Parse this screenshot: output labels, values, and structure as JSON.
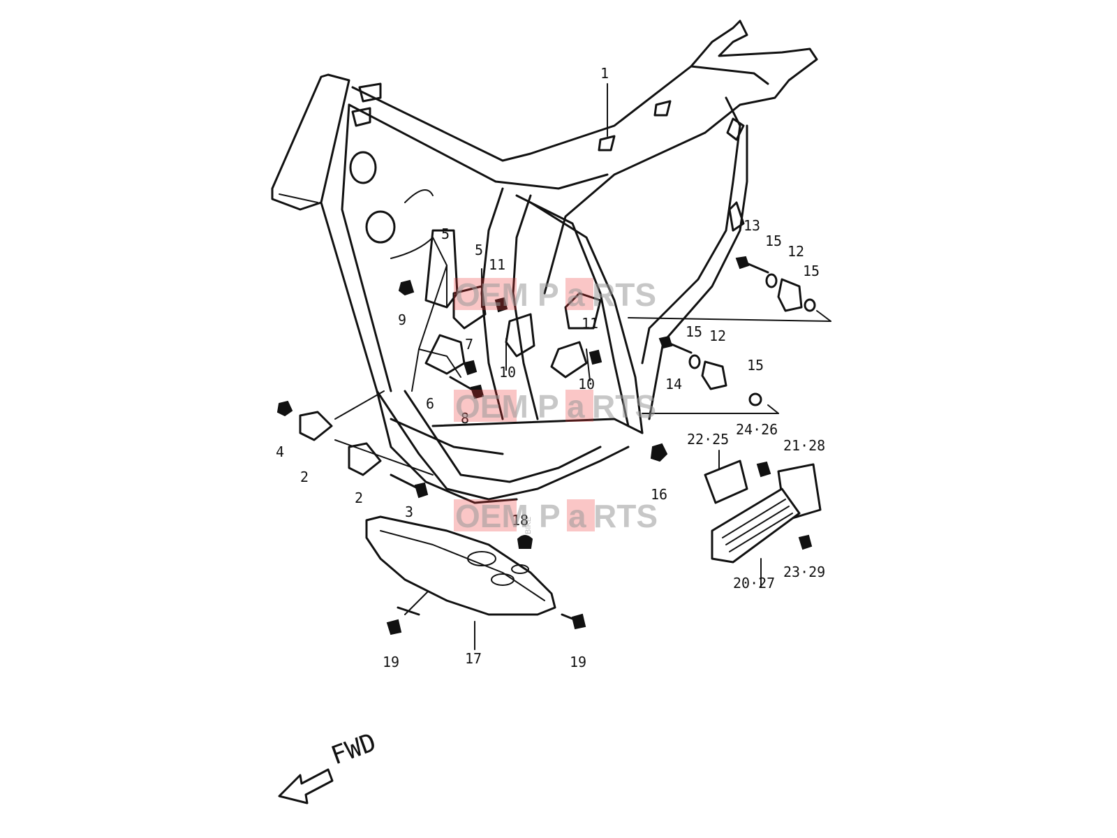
{
  "callouts": [
    {
      "id": "c1",
      "text": "1"
    },
    {
      "id": "c2a",
      "text": "2"
    },
    {
      "id": "c2b",
      "text": "2"
    },
    {
      "id": "c3",
      "text": "3"
    },
    {
      "id": "c4",
      "text": "4"
    },
    {
      "id": "c5a",
      "text": "5"
    },
    {
      "id": "c5b",
      "text": "5"
    },
    {
      "id": "c6",
      "text": "6"
    },
    {
      "id": "c7",
      "text": "7"
    },
    {
      "id": "c8",
      "text": "8"
    },
    {
      "id": "c9",
      "text": "9"
    },
    {
      "id": "c10a",
      "text": "10"
    },
    {
      "id": "c10b",
      "text": "10"
    },
    {
      "id": "c11a",
      "text": "11"
    },
    {
      "id": "c11b",
      "text": "11"
    },
    {
      "id": "c12a",
      "text": "12"
    },
    {
      "id": "c12b",
      "text": "12"
    },
    {
      "id": "c13",
      "text": "13"
    },
    {
      "id": "c14",
      "text": "14"
    },
    {
      "id": "c15a",
      "text": "15"
    },
    {
      "id": "c15b",
      "text": "15"
    },
    {
      "id": "c15c",
      "text": "15"
    },
    {
      "id": "c15d",
      "text": "15"
    },
    {
      "id": "c16",
      "text": "16"
    },
    {
      "id": "c17",
      "text": "17"
    },
    {
      "id": "c18",
      "text": "18"
    },
    {
      "id": "c19a",
      "text": "19"
    },
    {
      "id": "c19b",
      "text": "19"
    },
    {
      "id": "c20",
      "text": "20·27"
    },
    {
      "id": "c21",
      "text": "21·28"
    },
    {
      "id": "c22",
      "text": "22·25"
    },
    {
      "id": "c23",
      "text": "23·29"
    },
    {
      "id": "c24",
      "text": "24·26"
    }
  ],
  "direction_label": "FWD",
  "watermark": {
    "brand_a": "OEM",
    "brand_b": "P",
    "brand_c": "a",
    "brand_d": "RTS",
    "small": "BIKE"
  }
}
